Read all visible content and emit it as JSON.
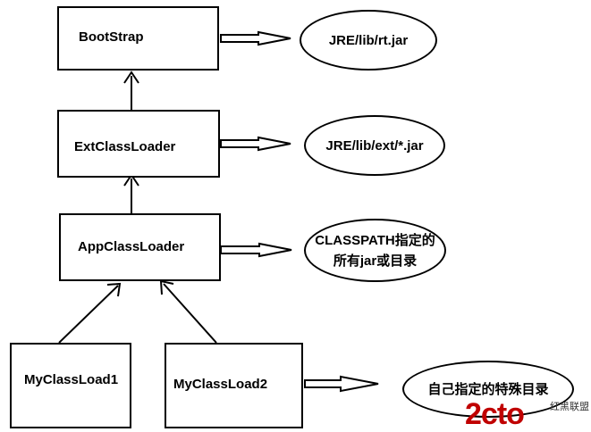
{
  "loaders": {
    "bootstrap": "BootStrap",
    "ext": "ExtClassLoader",
    "app": "AppClassLoader",
    "custom1": "MyClassLoad1",
    "custom2": "MyClassLoad2"
  },
  "targets": {
    "bootstrap": "JRE/lib/rt.jar",
    "ext": "JRE/lib/ext/*.jar",
    "app": "CLASSPATH指定的\n所有jar或目录",
    "custom2": "自己指定的特殊目录"
  },
  "watermark": {
    "logo": "2cto",
    "text": "红黑联盟"
  }
}
